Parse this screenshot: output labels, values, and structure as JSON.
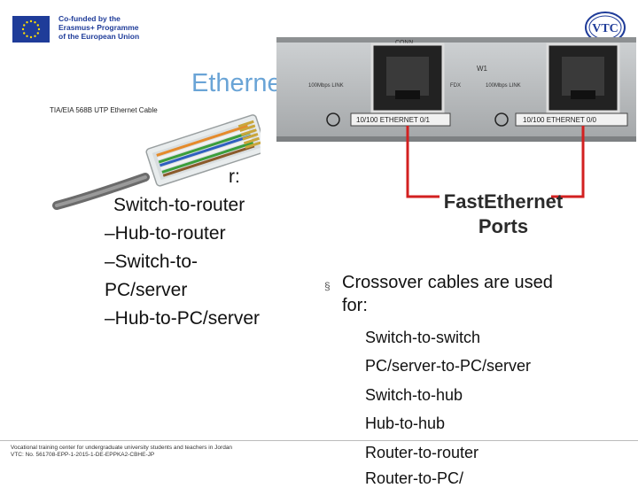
{
  "header": {
    "eu_lines": [
      "Co-funded by the",
      "Erasmus+ Programme",
      "of the European Union"
    ],
    "vtc_logo_text": "VTC"
  },
  "slide": {
    "title": "Etherne"
  },
  "router": {
    "labels": {
      "conn": "CONN",
      "w1": "W1",
      "link_left": "100Mbps LINK",
      "fdx": "FDX",
      "link_right": "100Mbps LINK",
      "port_left": "10/100 ETHERNET 0/1",
      "port_right": "10/100 ETHERNET 0/0"
    },
    "ports_label": [
      "FastEthernet",
      "Ports"
    ]
  },
  "cable": {
    "caption": "TIA/EIA 568B UTP Ethernet Cable"
  },
  "left_list": [
    "r:",
    "Switch-to-router",
    "–Hub-to-router",
    "–Switch-to-",
    "PC/server",
    "–Hub-to-PC/server"
  ],
  "right_list": {
    "heading_line1": "Crossover cables are used",
    "heading_line2": "for:",
    "items": [
      "Switch-to-switch",
      "PC/server-to-PC/server",
      "Switch-to-hub",
      "Hub-to-hub",
      "Router-to-router",
      "Router-to-PC/"
    ]
  },
  "footer": {
    "line1": "Vocational training center for undergraduate university students and teachers in Jordan",
    "line2": "VTC: No. 561708-EPP-1-2015-1-DE-EPPKA2-CBHE-JP"
  },
  "colors": {
    "title": "#6aa4d6",
    "eu_blue": "#1f3c99",
    "cable_red": "#d32020"
  }
}
